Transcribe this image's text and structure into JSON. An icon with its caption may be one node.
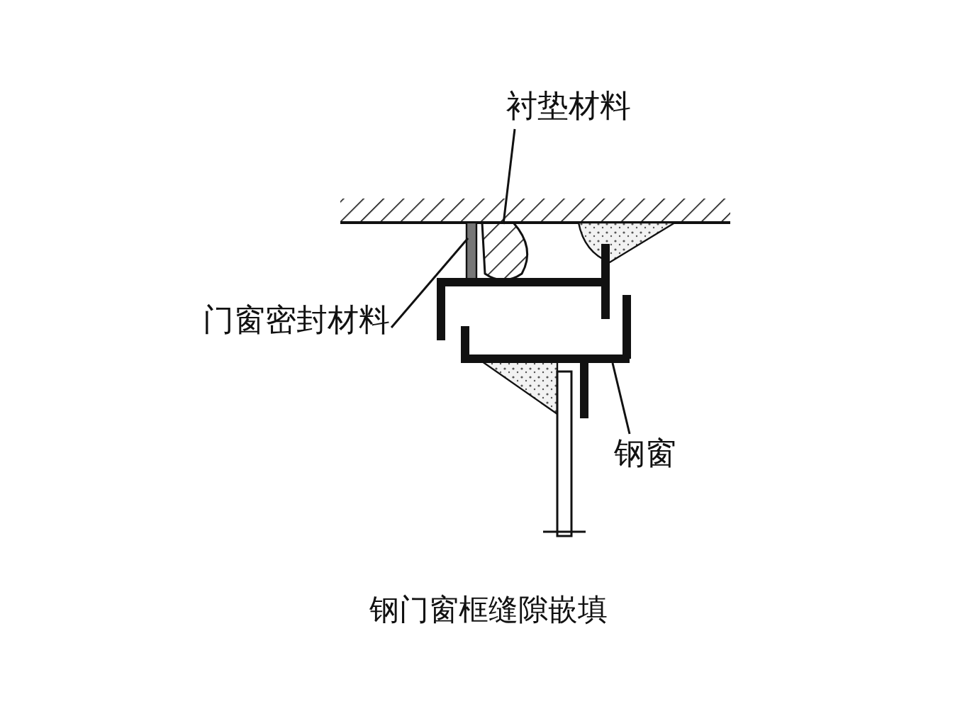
{
  "diagram": {
    "caption": "钢门窗框缝隙嵌填",
    "nodes": [
      {
        "text": [
          "衬垫材料"
        ]
      },
      {
        "text": [
          "门窗密封材料"
        ]
      },
      {
        "text": [
          "钢窗"
        ]
      }
    ],
    "edges": [
      {
        "from": 0,
        "to": null,
        "arrow": "none"
      },
      {
        "from": 1,
        "to": null,
        "arrow": "none"
      },
      {
        "from": 2,
        "to": null,
        "arrow": "none"
      }
    ]
  }
}
